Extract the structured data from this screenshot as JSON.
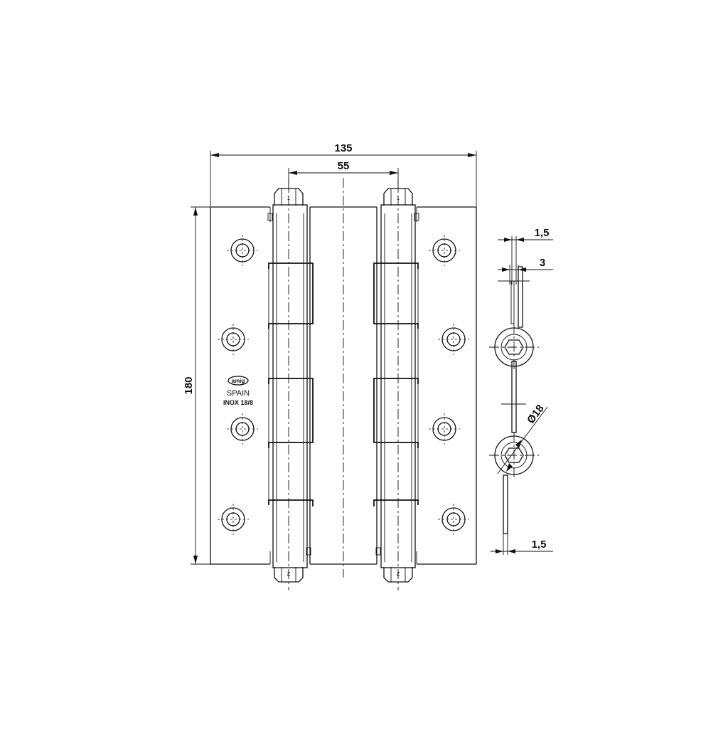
{
  "dimensions": {
    "overall_width": "135",
    "pin_spacing": "55",
    "height": "180",
    "leaf_thickness_top": "1,5",
    "gap": "3",
    "diameter": "Ø18",
    "leaf_thickness_bottom": "1,5"
  },
  "marking": {
    "logo": "amig",
    "origin": "SPAIN",
    "material": "INOX 18/8"
  },
  "nut_labels": {
    "top": "1",
    "bottom": "2"
  }
}
